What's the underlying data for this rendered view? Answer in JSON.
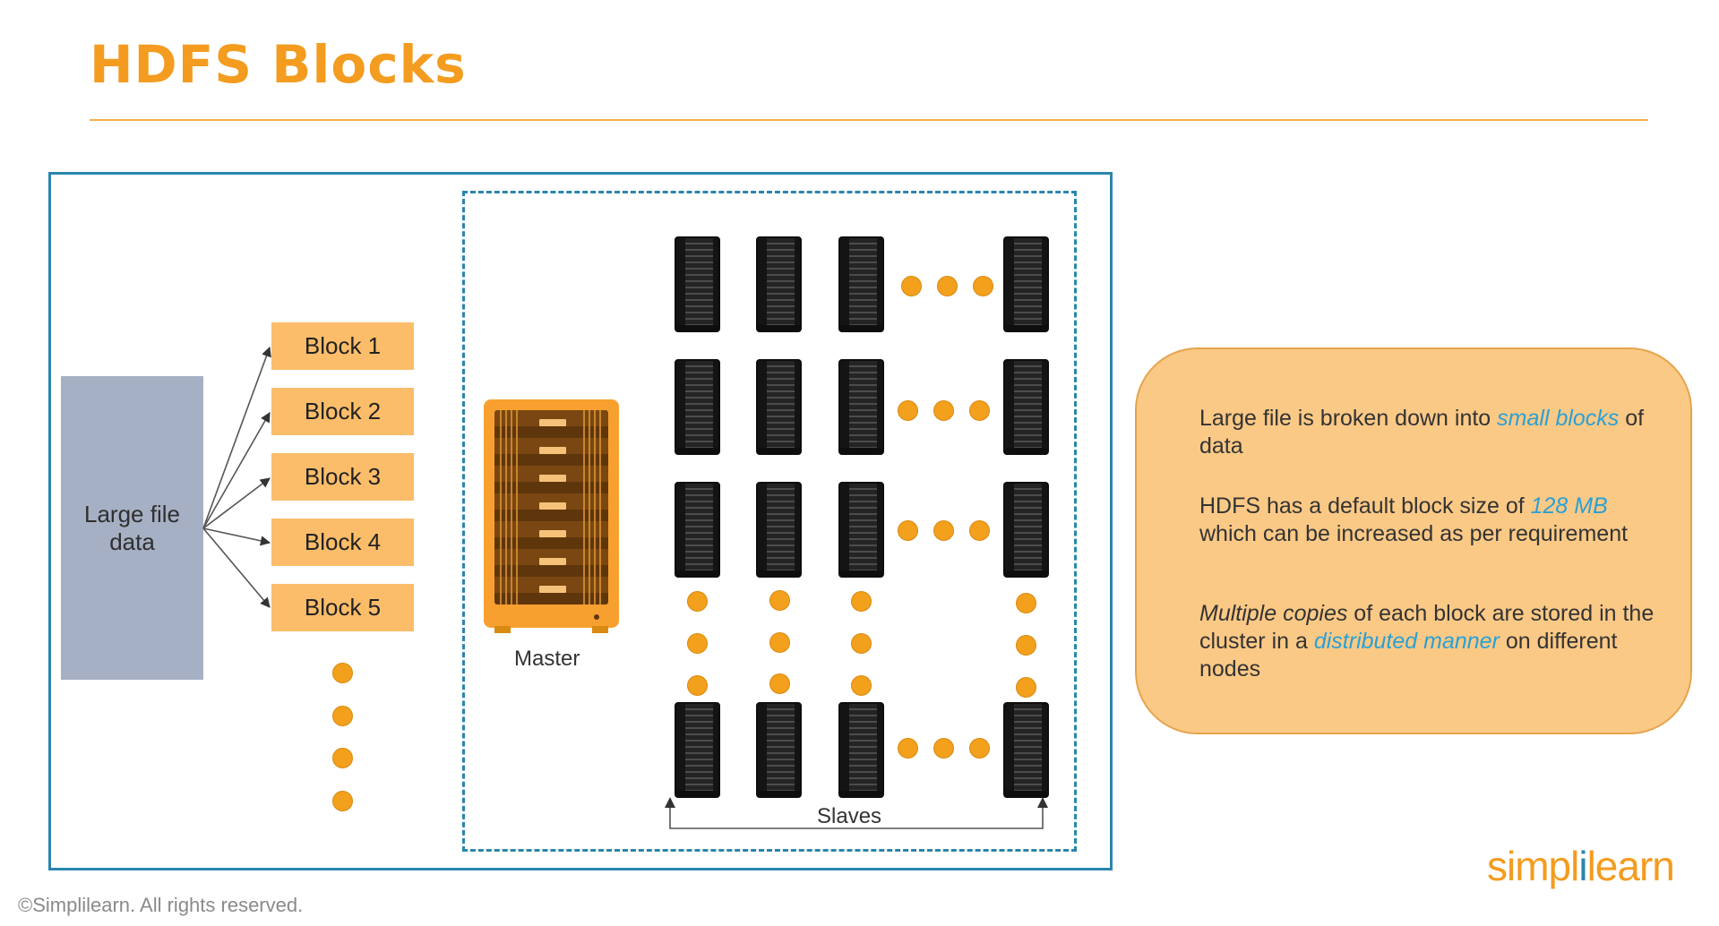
{
  "title": "HDFS Blocks",
  "diagram": {
    "large_file_label": "Large file\ndata",
    "blocks": [
      "Block 1",
      "Block 2",
      "Block 3",
      "Block 4",
      "Block 5"
    ],
    "master_label": "Master",
    "slaves_label": "Slaves",
    "server_grid": {
      "rows": 4,
      "cols": 4
    }
  },
  "info": {
    "para1": {
      "text_before": "Large file is broken down into ",
      "highlight": "small blocks",
      "text_after": " of data"
    },
    "para2": {
      "text_before": "HDFS has a default block size of ",
      "highlight": "128 MB",
      "text_after": " which can be increased as per requirement"
    },
    "para3": {
      "italic_lead": "Multiple copies",
      "text_mid": " of each block are stored in the cluster in a ",
      "highlight": "distributed manner",
      "text_after": " on different nodes"
    }
  },
  "branding": {
    "logo_left": "simpl",
    "logo_accent": "i",
    "logo_right": "learn"
  },
  "footer": {
    "copyright": "©Simplilearn. All rights reserved."
  },
  "colors": {
    "accent": "#f39c1f",
    "border_blue": "#2a86ad",
    "highlight_blue": "#2aa0d4",
    "block_fill": "#fbbd6a",
    "file_fill": "#a6b0c4",
    "info_fill": "#fbc986"
  }
}
